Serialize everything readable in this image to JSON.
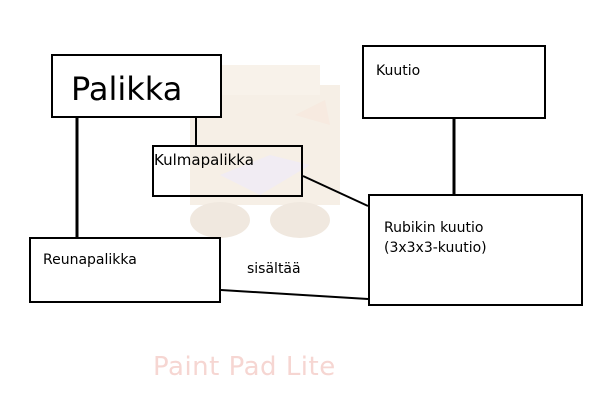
{
  "nodes": {
    "palikka": "Palikka",
    "kuutio": "Kuutio",
    "kulmapalikka": "Kulmapalikka",
    "reunapalikka": "Reunapalikka",
    "rubik": "Rubikin kuutio\n(3x3x3-kuutio)"
  },
  "edges": {
    "relation_label": "sisältää"
  },
  "watermark": {
    "text": "Paint Pad Lite"
  },
  "colors": {
    "stroke": "#000000",
    "background": "#ffffff",
    "watermark": "#f6d6d2"
  }
}
